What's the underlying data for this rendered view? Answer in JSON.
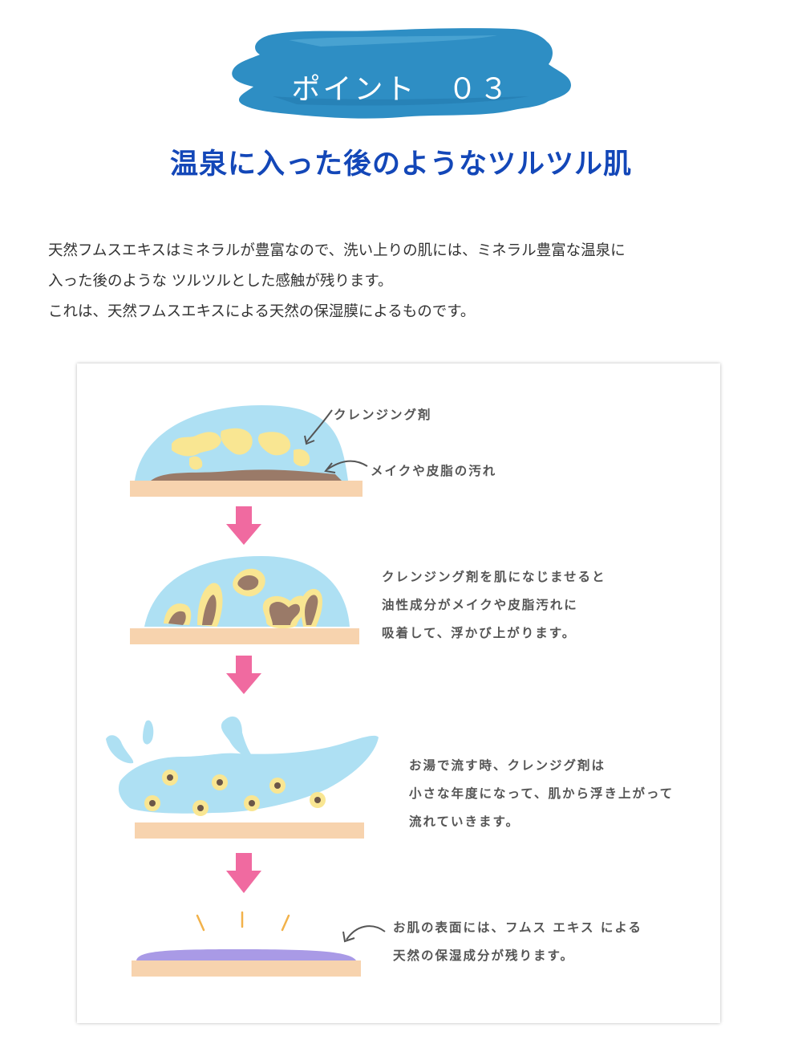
{
  "badge": {
    "label": "ポイント　０３",
    "color": "#2e8ec4"
  },
  "headline": "温泉に入った後のようなツルツル肌",
  "intro": {
    "lines": [
      "天然フムスエキスはミネラルが豊富なので、洗い上りの肌には、ミネラル豊富な温泉に",
      "入った後のような ツルツルとした感触が残ります。",
      "これは、天然フムスエキスによる天然の保湿膜によるものです。"
    ]
  },
  "illustration": {
    "step1": {
      "label_cleansing": "クレンジング剤",
      "label_dirt": "メイクや皮脂の汚れ"
    },
    "step2": {
      "lines": [
        "クレンジング剤を肌になじませると",
        "油性成分がメイクや皮脂汚れに",
        "吸着して、浮かび上がります。"
      ]
    },
    "step3": {
      "lines": [
        "お湯で流す時、クレンジグ剤は",
        "小さな年度になって、肌から浮き上がって",
        "流れていきます。"
      ]
    },
    "step4": {
      "lines": [
        "お肌の表面には、フムス エキス による",
        "天然の保湿成分が残ります。"
      ]
    },
    "colors": {
      "skin": "#f7d3ae",
      "water": "#aee0f3",
      "cleanser": "#f9e692",
      "dirt": "#9a7a68",
      "arrow": "#f06aa0",
      "film": "#a99ae6",
      "sparkle": "#f2b24a"
    }
  }
}
